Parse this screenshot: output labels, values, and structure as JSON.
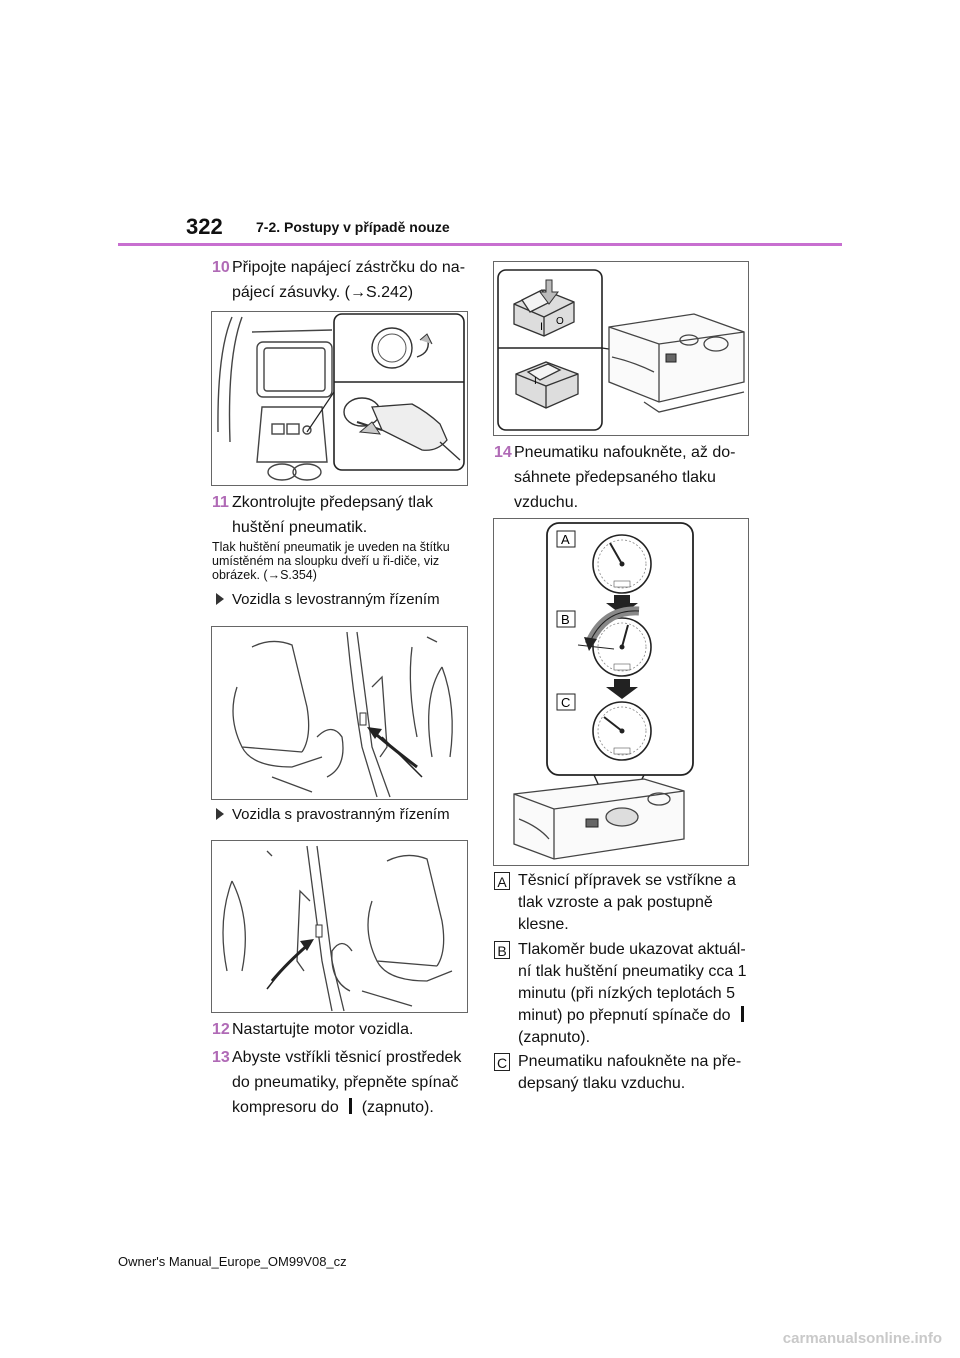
{
  "header": {
    "page_number": "322",
    "section": "7-2. Postupy v případě nouze"
  },
  "steps": {
    "s10": {
      "num": "10",
      "text": "Připojte napájecí zástrčku do na-pájecí zásuvky. (→S.242)"
    },
    "s11": {
      "num": "11",
      "text": "Zkontrolujte předepsaný tlak huštění pneumatik."
    },
    "s11_note": "Tlak huštění pneumatik je uveden na štítku umístěném na sloupku dveří u ři-diče, viz obrázek. (→S.354)",
    "lhd": "Vozidla s levostranným řízením",
    "rhd": "Vozidla s pravostranným řízením",
    "s12": {
      "num": "12",
      "text": "Nastartujte motor vozidla."
    },
    "s13": {
      "num": "13",
      "text_a": "Abyste vstříkli těsnicí prostředek do pneumatiky, přepněte spínač kompresoru do",
      "text_b": "(zapnuto)."
    },
    "s14": {
      "num": "14",
      "text": "Pneumatiku nafoukněte, až do-sáhnete předepsaného tlaku vzduchu."
    }
  },
  "figure_labels": {
    "a": "A",
    "b": "B",
    "c": "C"
  },
  "switch_labels": {
    "on": "I",
    "off": "O"
  },
  "captions": {
    "a": {
      "label": "A",
      "text": "Těsnicí přípravek se vstříkne a tlak vzroste a pak postupně klesne."
    },
    "b": {
      "label": "B",
      "text_a": "Tlakoměr bude ukazovat aktuál-ní tlak huštění pneumatiky cca 1 minutu (při nízkých teplotách 5 minut) po přepnutí spínače do",
      "text_b": "(zapnuto)."
    },
    "c": {
      "label": "C",
      "text": "Pneumatiku nafoukněte na pře-depsaný tlaku vzduchu."
    }
  },
  "footer": "Owner's Manual_Europe_OM99V08_cz",
  "watermark": "carmanualsonline.info"
}
